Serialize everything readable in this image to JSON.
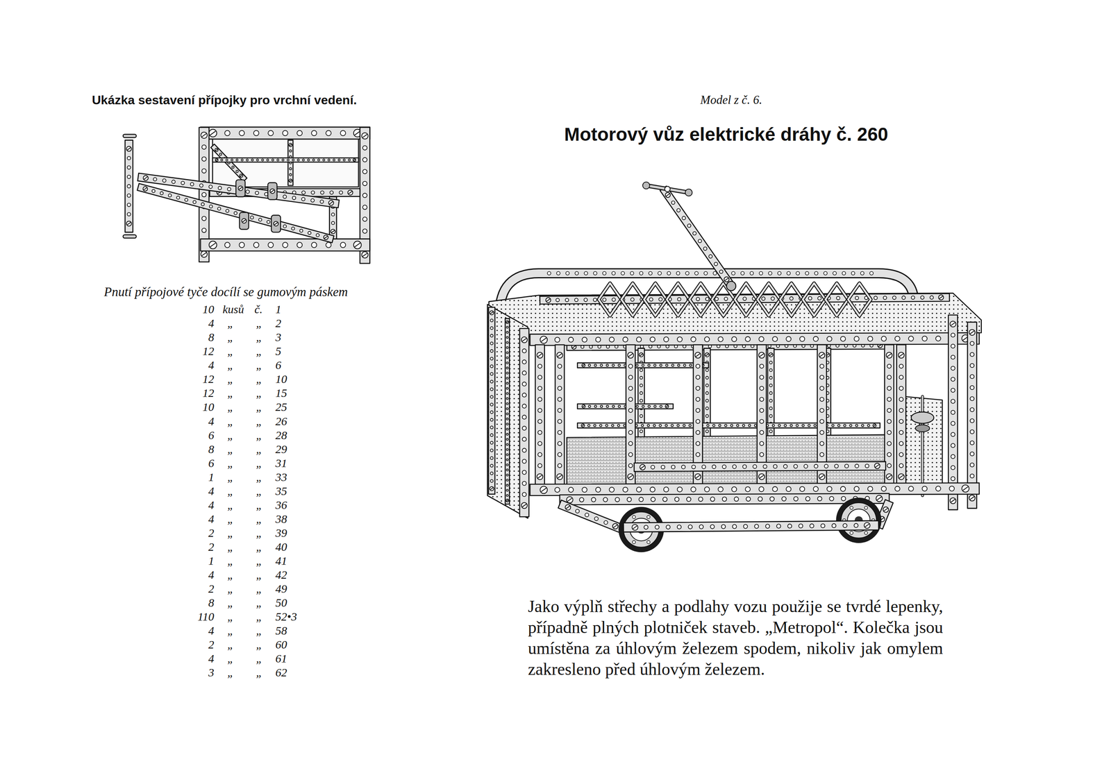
{
  "diagram": {
    "title": "Motorový vůz elektrické dráhy č. 260",
    "caption": "Jako výplň střechy a podlahy vozu použije se tvrdé lepenky, případně plných plotniček staveb. „Metropol“. Kolečka jsou umístěna za úhlovým železem spodem, nikoliv jak omylem zakresleno před úhlovým železem.",
    "labels": [
      "Ukázka sestavení přípojky pro vrchní vedení.",
      "Model z č. 6.",
      "Pnutí přípojové tyče docílí se gumovým páskem",
      "10",
      "kusů",
      "č.",
      "1",
      "4",
      "„",
      "„",
      "2",
      "8",
      "„",
      "„",
      "3",
      "12",
      "„",
      "„",
      "5",
      "4",
      "„",
      "„",
      "6",
      "12",
      "„",
      "„",
      "10",
      "12",
      "„",
      "„",
      "15",
      "10",
      "„",
      "„",
      "25",
      "4",
      "„",
      "„",
      "26",
      "6",
      "„",
      "„",
      "28",
      "8",
      "„",
      "„",
      "29",
      "6",
      "„",
      "„",
      "31",
      "1",
      "„",
      "„",
      "33",
      "4",
      "„",
      "„",
      "35",
      "4",
      "„",
      "„",
      "36",
      "4",
      "„",
      "„",
      "38",
      "2",
      "„",
      "„",
      "39",
      "2",
      "„",
      "„",
      "40",
      "1",
      "„",
      "„",
      "41",
      "4",
      "„",
      "„",
      "42",
      "2",
      "„",
      "„",
      "49",
      "8",
      "„",
      "„",
      "50",
      "110",
      "„",
      "„",
      "52•3",
      "4",
      "„",
      "„",
      "58",
      "2",
      "„",
      "„",
      "60",
      "4",
      "„",
      "„",
      "61",
      "3",
      "„",
      "„",
      "62"
    ]
  }
}
